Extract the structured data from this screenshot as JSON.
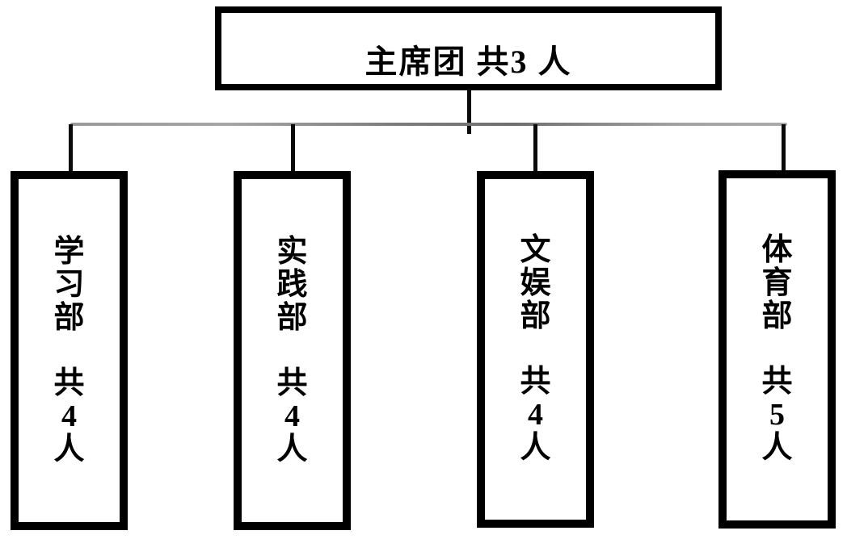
{
  "diagram": {
    "type": "org-chart",
    "root": {
      "label": "主席团 共3 人",
      "unit": "主席团",
      "member_count": 3
    },
    "departments": [
      {
        "name": "学习部",
        "count": "共4人",
        "member_count": 4
      },
      {
        "name": "实践部",
        "count": "共4人",
        "member_count": 4
      },
      {
        "name": "文娱部",
        "count": "共4人",
        "member_count": 4
      },
      {
        "name": "体育部",
        "count": "共5人",
        "member_count": 5
      }
    ],
    "colors": {
      "background": "#ffffff",
      "box_border": "#000000",
      "text": "#000000",
      "stem_connector": "#0a0a0a",
      "crossbar_connector": "#8f8f8f"
    }
  }
}
